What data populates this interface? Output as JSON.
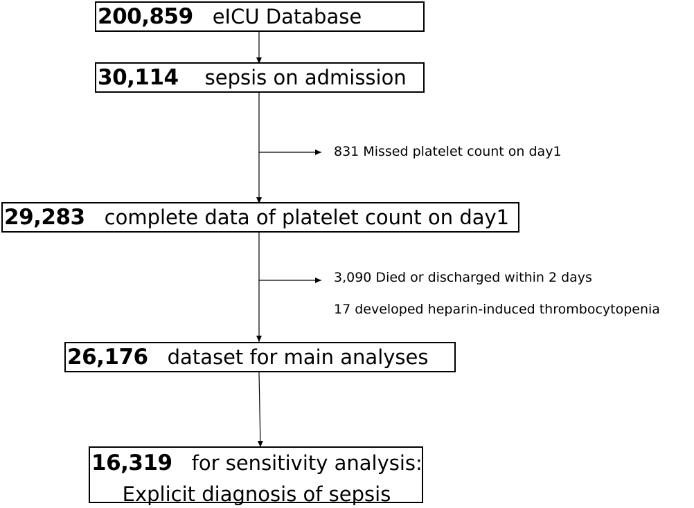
{
  "colors": {
    "line": "#000000",
    "box_border": "#000000",
    "background": "#ffffff"
  },
  "boxes": {
    "b1": {
      "count": "200,859",
      "label": "eICU Database"
    },
    "b2": {
      "count": "30,114",
      "label": "sepsis on admission"
    },
    "b3": {
      "count": "29,283",
      "label": "complete data of platelet count on day1"
    },
    "b4": {
      "count": "26,176",
      "label": "dataset for main analyses"
    },
    "b5": {
      "count": "16,319",
      "label": "for sensitivity analysis:",
      "label2": "Explicit diagnosis of sepsis"
    }
  },
  "exclusions": {
    "e1": "831 Missed platelet count on day1",
    "e2a": "3,090  Died or discharged within 2 days",
    "e2b": "17 developed  heparin-induced thrombocytopenia"
  }
}
